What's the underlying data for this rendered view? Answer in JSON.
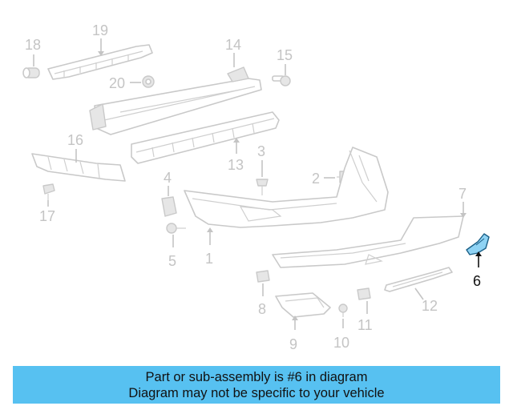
{
  "callouts": {
    "c1": "1",
    "c2": "2",
    "c3": "3",
    "c4": "4",
    "c5": "5",
    "c6": "6",
    "c7": "7",
    "c8": "8",
    "c9": "9",
    "c10": "10",
    "c11": "11",
    "c12": "12",
    "c13": "13",
    "c14": "14",
    "c15": "15",
    "c16": "16",
    "c17": "17",
    "c18": "18",
    "c19": "19",
    "c20": "20"
  },
  "highlighted_part": "6",
  "colors": {
    "banner": "#57c1f1",
    "highlight_part": "#8fd3f4",
    "muted_lines": "#c4c4c4",
    "highlight_text": "#111111"
  },
  "banner": {
    "line1": "Part or sub-assembly is #6 in diagram",
    "line2": "Diagram may not be specific to your vehicle"
  }
}
